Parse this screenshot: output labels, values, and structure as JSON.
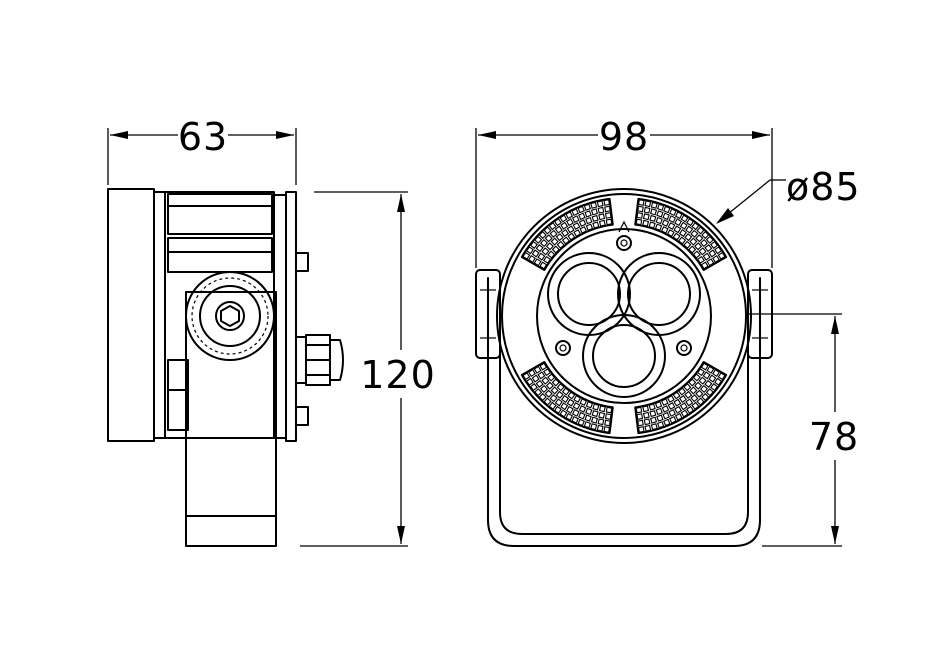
{
  "dimensions": {
    "side_width": "63",
    "height": "120",
    "front_width": "98",
    "diameter": "ø85",
    "axis_height": "78"
  },
  "colors": {
    "line": "#000000",
    "background": "#ffffff"
  }
}
